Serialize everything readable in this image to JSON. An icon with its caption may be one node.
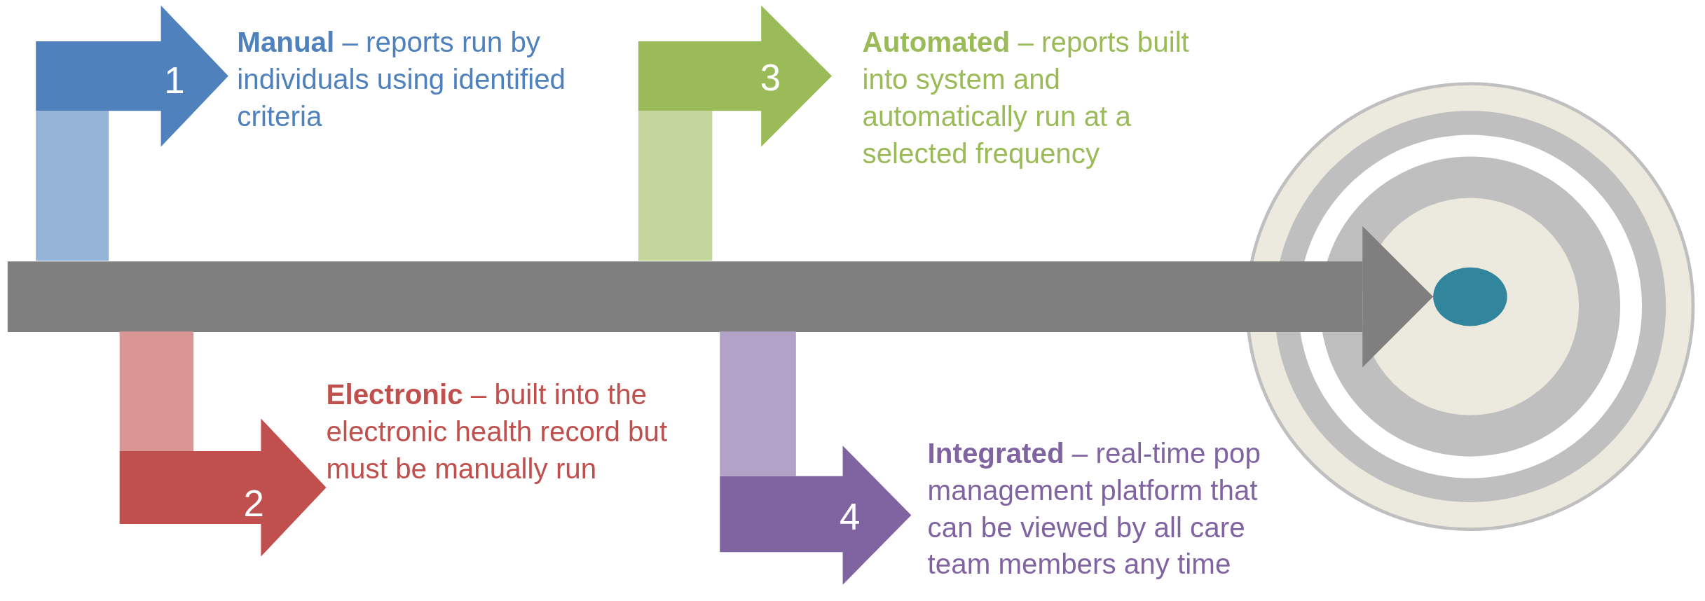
{
  "diagram": {
    "nodes": [
      {
        "text": [
          "1"
        ],
        "beside": [
          "**Manual** – reports run by individuals using identified criteria"
        ]
      },
      {
        "text": [
          "2"
        ],
        "beside": [
          "**Electronic** – built into the electronic health record but must be manually run"
        ]
      },
      {
        "text": [
          "3"
        ],
        "beside": [
          "**Automated** – reports built into system and automatically run at a selected frequency"
        ]
      },
      {
        "text": [
          "4"
        ],
        "beside": [
          "**Integrated** – real-time pop management platform that can be viewed by all care team members any time"
        ]
      },
      {
        "text": [],
        "shape": "circle"
      }
    ],
    "edges": [
      {
        "from": null,
        "to": 4,
        "arrow": "to"
      }
    ]
  }
}
